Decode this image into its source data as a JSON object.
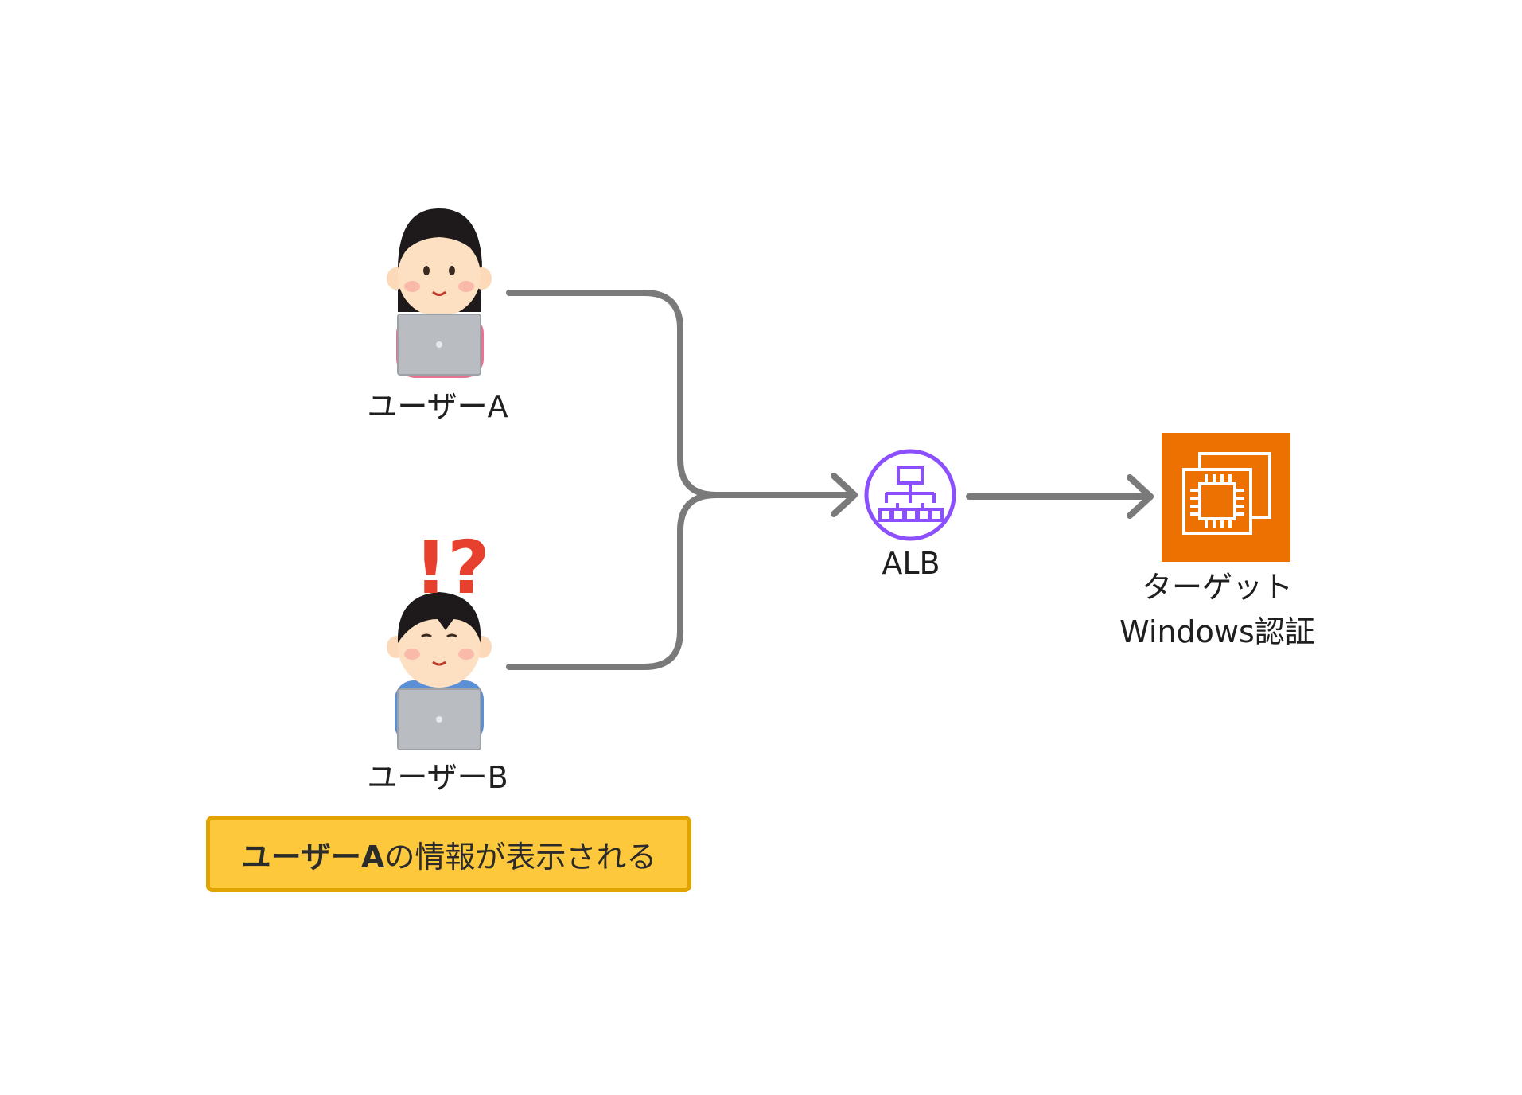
{
  "users": [
    {
      "label": "ユーザーA"
    },
    {
      "label": "ユーザーB"
    }
  ],
  "surprise_mark": "!?",
  "alb": {
    "label": "ALB",
    "icon": "load-balancer-icon",
    "color": "#8c4fff"
  },
  "target": {
    "line1": "ターゲット",
    "line2": "Windows認証",
    "icon": "ec2-instances-icon",
    "color": "#ed7100"
  },
  "callout": {
    "bold": "ユーザーA",
    "rest": "の情報が表示される",
    "fill": "#fec83d",
    "border": "#e0a300"
  },
  "connector_color": "#7a7a7a"
}
